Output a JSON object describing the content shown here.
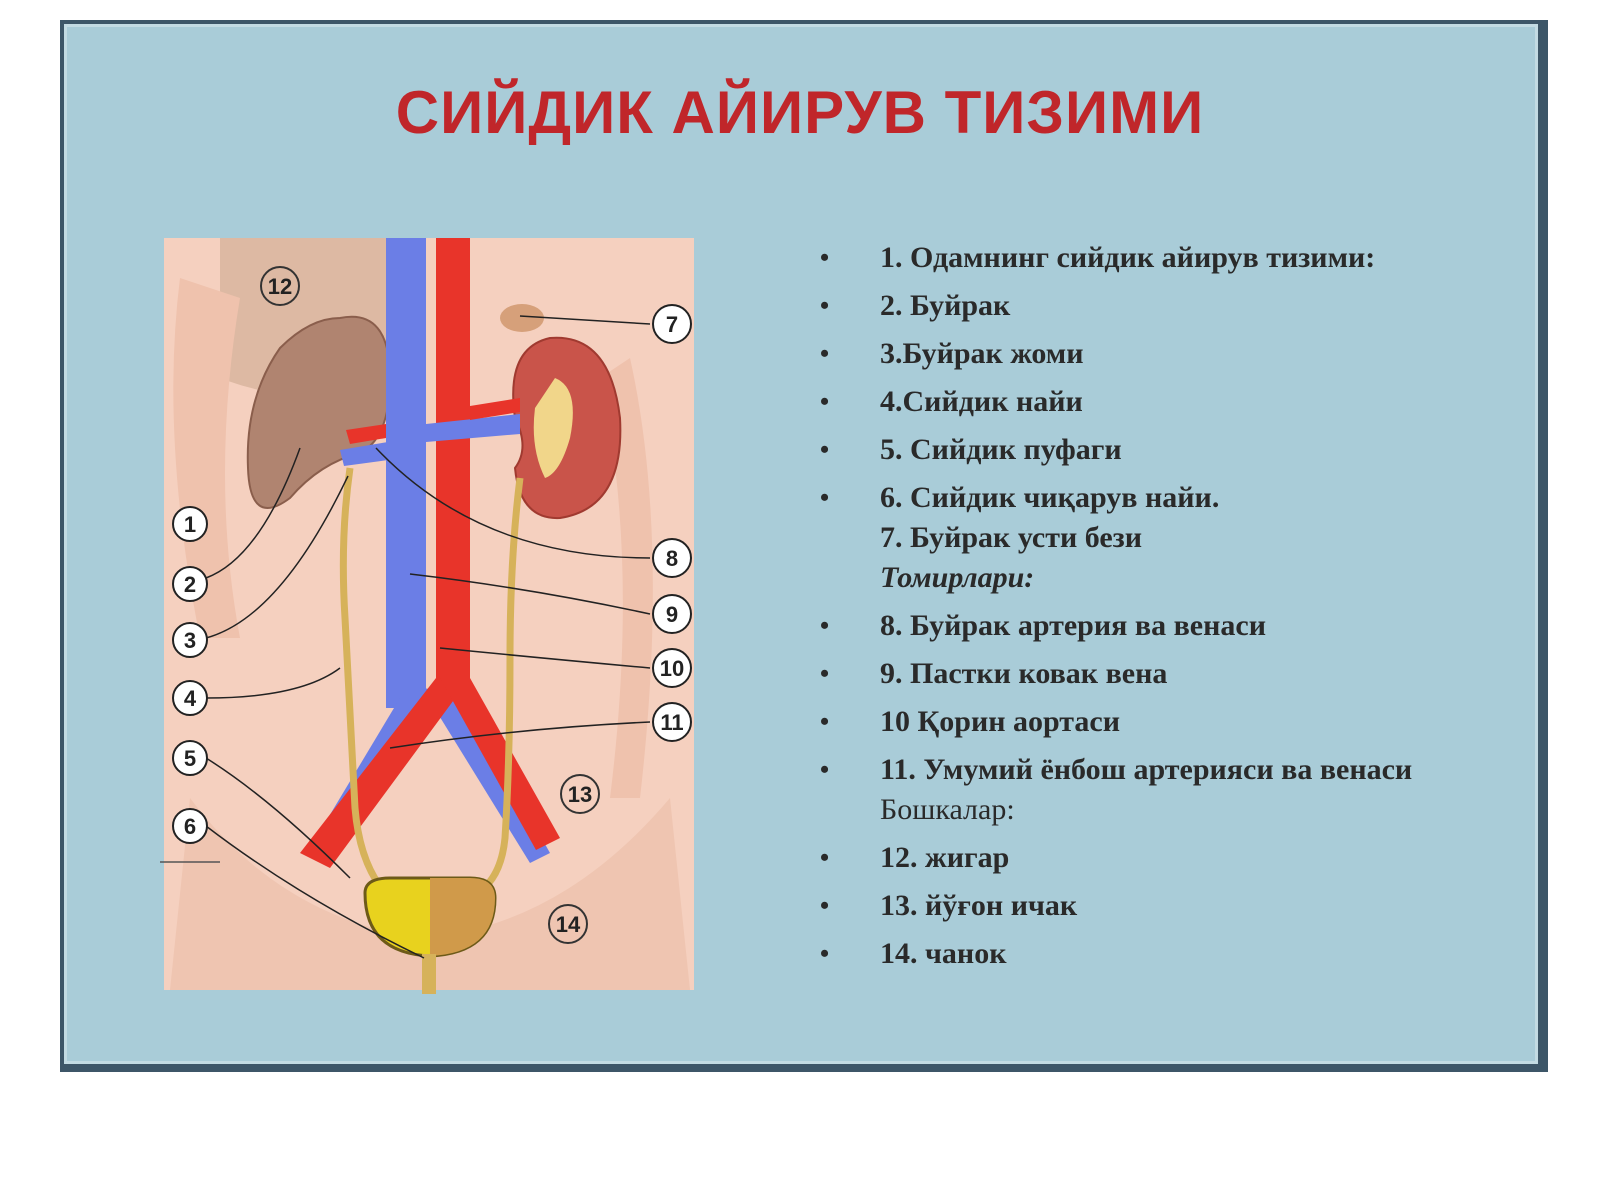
{
  "slide": {
    "title": "СИЙДИК АЙИРУВ ТИЗИМИ"
  },
  "figure": {
    "callouts": [
      "1",
      "2",
      "3",
      "4",
      "5",
      "6",
      "7",
      "8",
      "9",
      "10",
      "11",
      "12",
      "13",
      "14"
    ]
  },
  "legend": [
    {
      "text": "1. Одамнинг сийдик айирув тизими:",
      "style": "bullet"
    },
    {
      "text": "2. Буйрак",
      "style": "bullet"
    },
    {
      "text": "3.Буйрак жоми",
      "style": "bullet"
    },
    {
      "text": "4.Сийдик найи",
      "style": "bullet"
    },
    {
      "text": "5. Сийдик пуфаги",
      "style": "bullet"
    },
    {
      "text": "6. Сийдик чиқарув найи.",
      "style": "bullet"
    },
    {
      "text": "7. Буйрак усти бези",
      "style": "plain"
    },
    {
      "text": "Томирлари:",
      "style": "italic"
    },
    {
      "text": "8. Буйрак артерия ва венаси",
      "style": "bullet"
    },
    {
      "text": "9. Пастки ковак вена",
      "style": "bullet"
    },
    {
      "text": "10 Қорин аортаси",
      "style": "bullet"
    },
    {
      "text": "11. Умумий ёнбош артерияси ва венаси",
      "style": "bullet"
    },
    {
      "text": "Бошкалар:",
      "style": "plain-normal"
    },
    {
      "text": "12. жигар",
      "style": "bullet"
    },
    {
      "text": "13. йўғон ичак",
      "style": "bullet"
    },
    {
      "text": "14. чанок",
      "style": "bullet"
    }
  ],
  "colors": {
    "slide_bg": "#a9ccd8",
    "title": "#c0262a",
    "artery": "#e8342a",
    "vein": "#6b7ee6",
    "kidney_left": "#b08470",
    "kidney_right": "#c9544a",
    "bladder": "#e8d21e",
    "skin": "#f5d0bf"
  }
}
